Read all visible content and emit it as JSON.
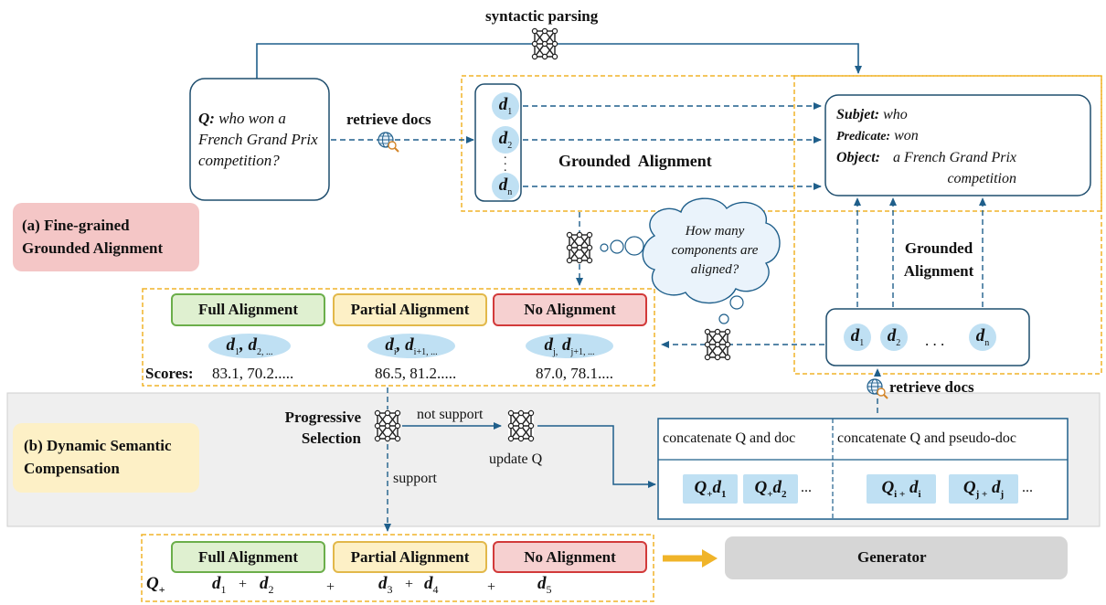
{
  "top": {
    "syntactic_parsing": "syntactic parsing",
    "retrieve_docs": "retrieve docs",
    "question_prefix": "Q:",
    "question_text": "who won a French Grand Prix competition?",
    "grounded_alignment": "Grounded  Alignment",
    "grounded_alignment_vertical": "Grounded Alignment",
    "subject_label": "Subjet:",
    "subject_value": "who",
    "predicate_label": "Predicate:",
    "predicate_value": "won",
    "object_label": "Object:",
    "object_value": "a French Grand Prix competition",
    "thought": "How many components are aligned?",
    "docs_vertical": [
      "d1",
      "d2",
      "dn"
    ],
    "docs_bottom_dots": ". . ."
  },
  "sections": {
    "a_label": "(a) Fine-grained Grounded Alignment",
    "b_label": "(b) Dynamic Semantic Compensation"
  },
  "alignment_box": {
    "full": "Full Alignment",
    "partial": "Partial Alignment",
    "none": "No Alignment",
    "scores_label": "Scores:",
    "full_scores": "83.1, 70.2.....",
    "partial_scores": "86.5, 81.2.....",
    "none_scores": "87.0, 78.1...."
  },
  "compensation": {
    "progressive_selection": "Progressive Selection",
    "not_support": "not support",
    "support": "support",
    "update_q": "update Q",
    "retrieve_docs": "retrieve docs",
    "concat_doc": "concatenate Q and doc",
    "concat_pseudo": "concatenate Q and pseudo-doc",
    "ellipsis": "..."
  },
  "output": {
    "full": "Full Alignment",
    "partial": "Partial Alignment",
    "none": "No Alignment",
    "generator": "Generator",
    "plus": "+"
  },
  "colors": {
    "dashed_orange": "#f0b429",
    "arrow_blue": "#1f5f8b",
    "doc_blue": "#bfe0f3",
    "section_a": "#f4c6c6",
    "section_b": "#fdf0c6",
    "gray_band": "#efefef"
  }
}
